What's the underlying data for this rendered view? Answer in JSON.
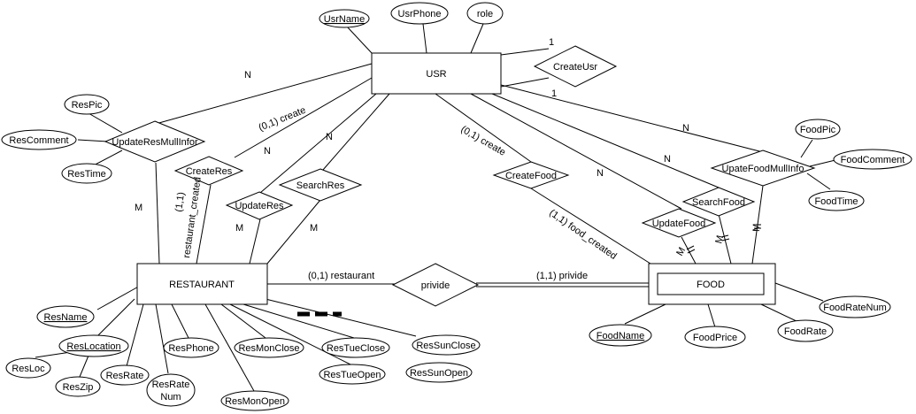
{
  "entities": {
    "usr": "USR",
    "restaurant": "RESTAURANT",
    "food": "FOOD"
  },
  "relationships": {
    "create_usr": "CreateUsr",
    "update_res_mull_infor": "UpdateResMullInfor",
    "create_res": "CreateRes",
    "update_res": "UpdateRes",
    "search_res": "SearchRes",
    "create_food": "CreateFood",
    "update_food": "UpdateFood",
    "search_food": "SearchFood",
    "upate_food_mull_info": "UpateFoodMullInfo",
    "privide": "privide"
  },
  "attributes": {
    "usr_name": "UsrName",
    "usr_phone": "UsrPhone",
    "role": "role",
    "res_pic": "ResPic",
    "res_comment": "ResComment",
    "res_time": "ResTime",
    "food_pic": "FoodPic",
    "food_comment": "FoodComment",
    "food_time": "FoodTime",
    "res_name": "ResName",
    "res_location": "ResLocation",
    "res_loc": "ResLoc",
    "res_zip": "ResZip",
    "res_rate": "ResRate",
    "res_rate_num_1": "ResRate",
    "res_rate_num_2": "Num",
    "res_phone": "ResPhone",
    "res_mon_close": "ResMonClose",
    "res_mon_open": "ResMonOpen",
    "res_tue_close": "ResTueClose",
    "res_tue_open": "ResTueOpen",
    "res_sun_close": "ResSunClose",
    "res_sun_open": "ResSunOpen",
    "food_name": "FoodName",
    "food_price": "FoodPrice",
    "food_rate": "FoodRate",
    "food_rate_num": "FoodRateNum"
  },
  "labels": {
    "create_usr_top": "1",
    "create_usr_bottom": "1",
    "n_update_res": "N",
    "m_update_res_mull": "M",
    "create_res_role": "(0,1) create",
    "restaurant_created": "(1,1)",
    "restaurant_created_2": "restaurant_created",
    "n_update_res_single": "N",
    "m_update_res_single": "M",
    "n_search_res": "N",
    "m_search_res": "M",
    "create_food_role": "(0,1) create",
    "food_created": "(1,1) food_created",
    "n_update_food": "N",
    "m_update_food": "M",
    "n_search_food": "N",
    "m_search_food": "M",
    "n_upate_food_mull": "N",
    "m_upate_food_mull": "M",
    "restaurant_privide": "(0,1) restaurant",
    "food_privide": "(1,1) privide"
  }
}
